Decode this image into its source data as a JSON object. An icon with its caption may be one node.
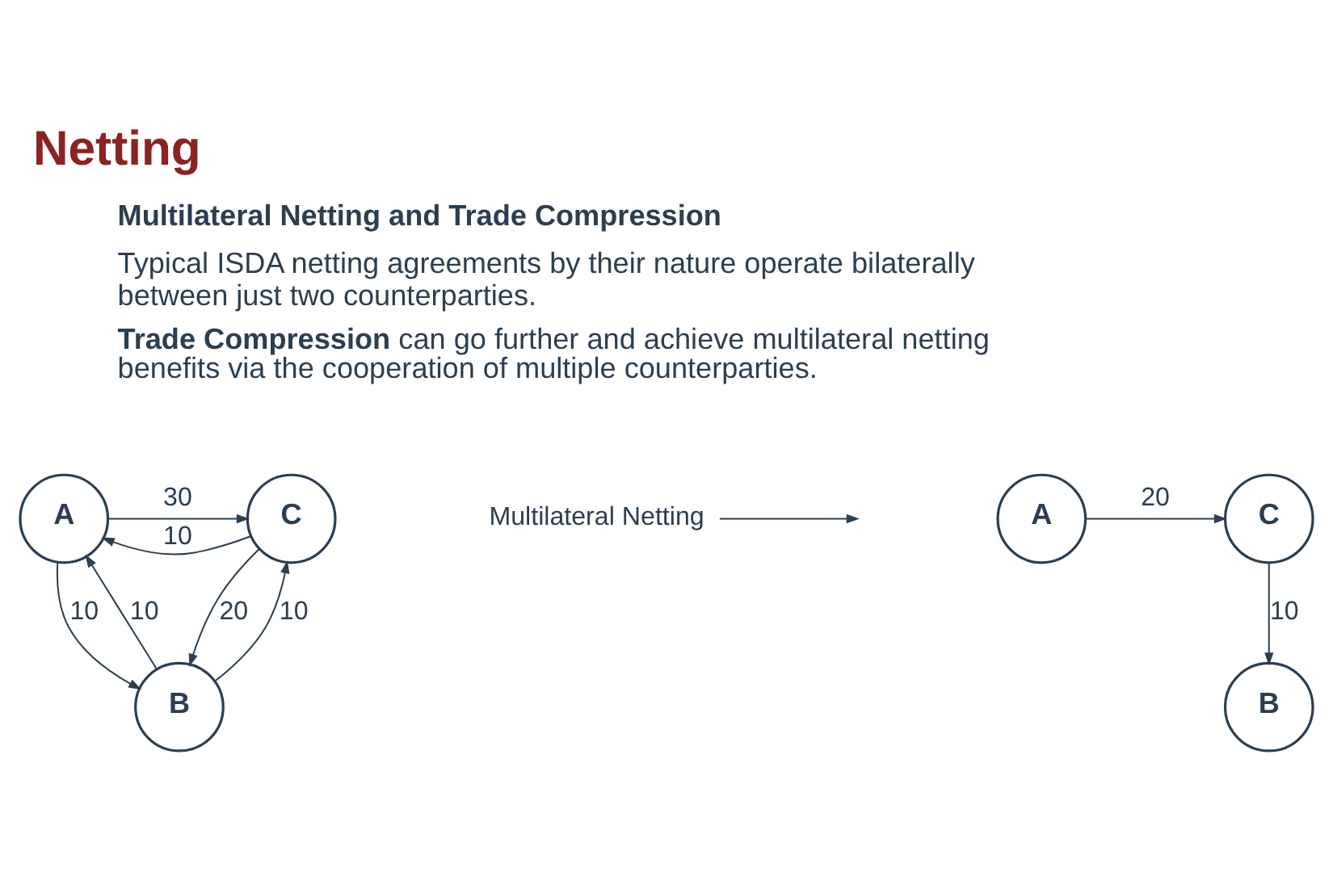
{
  "diagram": {
    "title": "Netting",
    "nodes": [
      {
        "text": [
          "A"
        ]
      },
      {
        "text": [
          "C"
        ]
      },
      {
        "text": [
          "B"
        ]
      },
      {
        "text": [
          "A"
        ]
      },
      {
        "text": [
          "C"
        ]
      },
      {
        "text": [
          "B"
        ]
      }
    ],
    "edges": [
      {
        "from": 0,
        "to": 1,
        "arrow": "to",
        "label": "30"
      },
      {
        "from": 1,
        "to": 0,
        "arrow": "to",
        "label": "10"
      },
      {
        "from": 2,
        "to": 0,
        "arrow": "to",
        "label": "10"
      },
      {
        "from": 0,
        "to": 2,
        "arrow": "to",
        "label": "10"
      },
      {
        "from": 2,
        "to": 1,
        "arrow": "to",
        "label": "10"
      },
      {
        "from": 1,
        "to": 2,
        "arrow": "to",
        "label": "20"
      },
      {
        "from": 3,
        "to": 4,
        "arrow": "to",
        "label": "20"
      },
      {
        "from": 4,
        "to": 5,
        "arrow": "to",
        "label": "10"
      }
    ],
    "labels": [
      "Multilateral Netting and Trade Compression",
      "Typical ISDA netting agreements by their nature operate bilaterally between just two counterparties.",
      "**Trade Compression** can go further and achieve multilateral netting benefits via the cooperation of multiple counterparties.",
      "Multilateral Netting"
    ]
  }
}
